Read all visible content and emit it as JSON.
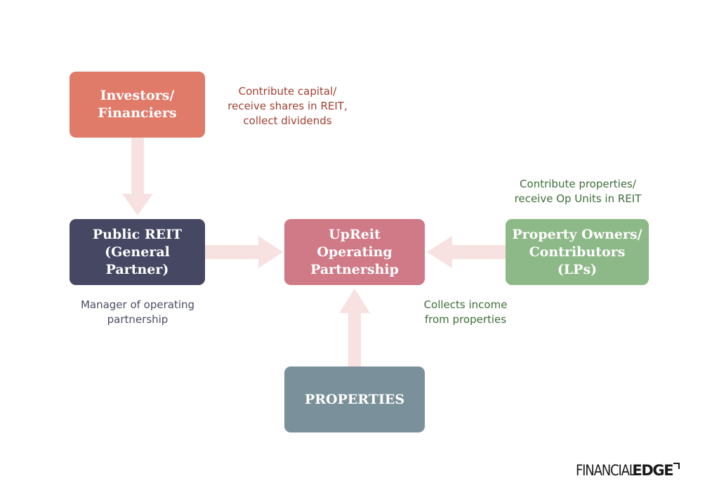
{
  "colors": {
    "investors": "#e07a69",
    "public_reit": "#454763",
    "upreit": "#d07987",
    "owners": "#8db887",
    "properties": "#7a919b",
    "arrow": "#f7e2e1",
    "note_investors": "#a23f31",
    "note_owners": "#3f6d3a",
    "note_reit": "#4a4d66"
  },
  "boxes": {
    "investors": "Investors/\nFinanciers",
    "public_reit": "Public REIT\n(General Partner)",
    "upreit": "UpReit\nOperating\nPartnership",
    "owners": "Property Owners/\nContributors\n(LPs)",
    "properties": "PROPERTIES"
  },
  "notes": {
    "investors": "Contribute capital/\nreceive shares in REIT,\ncollect dividends",
    "owners": "Contribute properties/\nreceive Op Units in REIT",
    "reit": "Manager of operating\npartnership",
    "upreit": "Collects income\nfrom properties"
  },
  "brand": {
    "light": "FINANCIAL",
    "bold": "EDGE"
  }
}
